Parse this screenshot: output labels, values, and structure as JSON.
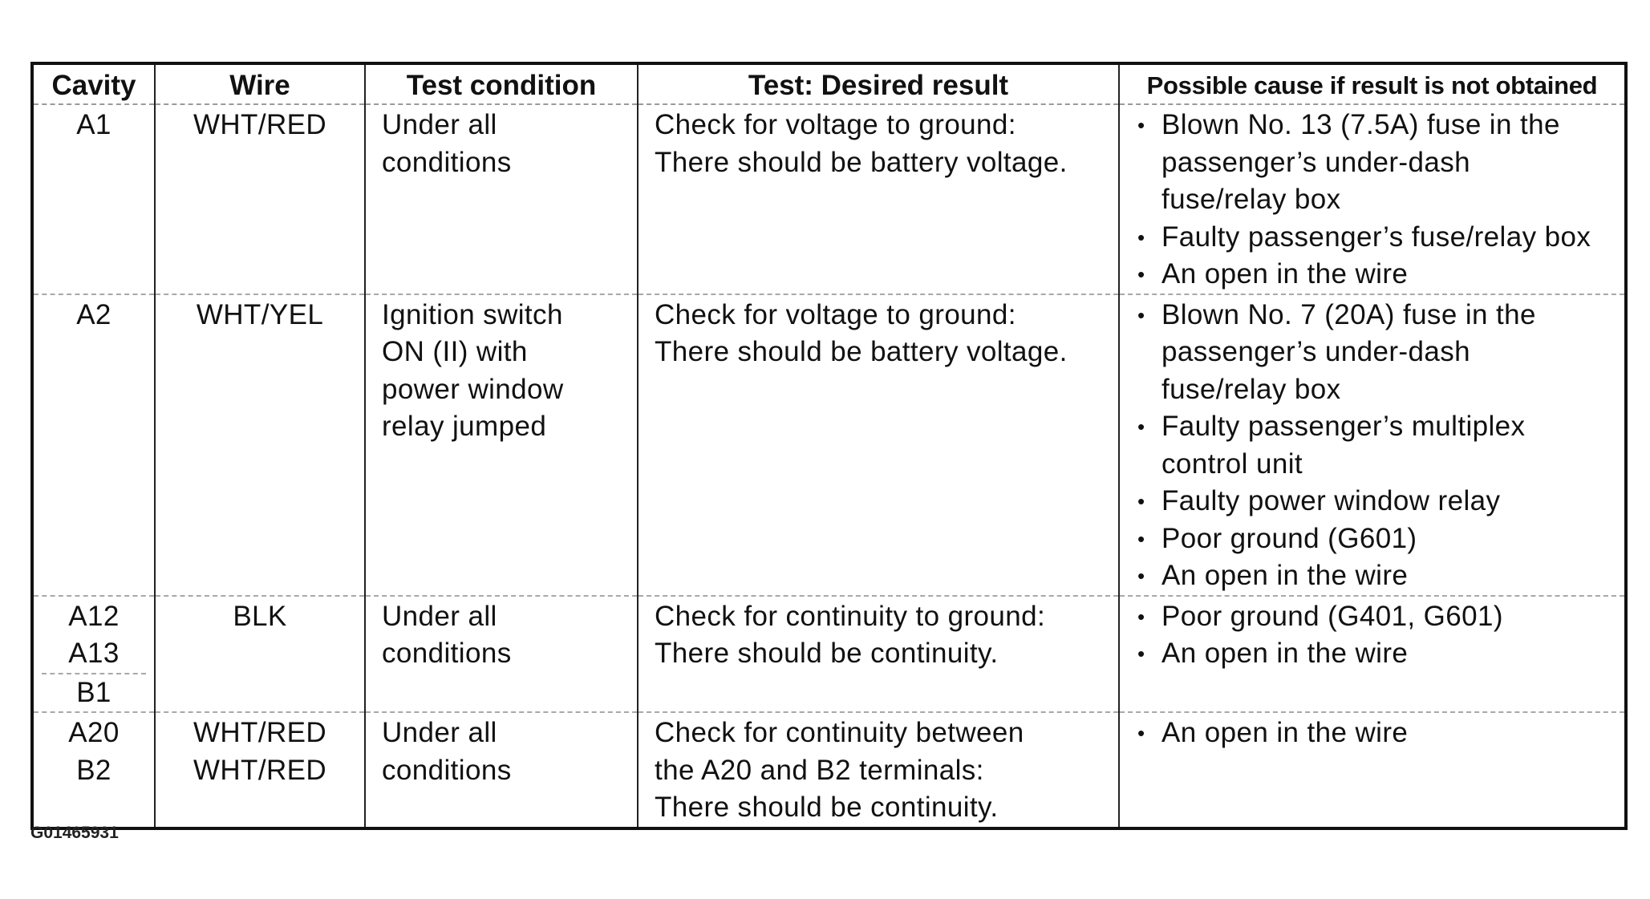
{
  "headers": {
    "cavity": "Cavity",
    "wire": "Wire",
    "condition": "Test condition",
    "result": "Test: Desired result",
    "cause": "Possible cause if result is not obtained"
  },
  "rows": [
    {
      "cavity": [
        "A1"
      ],
      "wire": [
        "WHT/RED"
      ],
      "condition": [
        "Under all",
        "conditions"
      ],
      "result": [
        "Check for voltage to ground:",
        "There should be battery voltage."
      ],
      "causes": [
        [
          "Blown No. 13 (7.5A) fuse in the",
          "passenger’s under-dash",
          "fuse/relay box"
        ],
        [
          "Faulty passenger’s fuse/relay box"
        ],
        [
          "An open in the wire"
        ]
      ]
    },
    {
      "cavity": [
        "A2"
      ],
      "wire": [
        "WHT/YEL"
      ],
      "condition": [
        "Ignition switch",
        "ON (II) with",
        "power window",
        "relay jumped"
      ],
      "result": [
        "Check for voltage to ground:",
        "There should be battery voltage."
      ],
      "causes": [
        [
          "Blown No. 7 (20A) fuse in the",
          "passenger’s under-dash",
          "fuse/relay box"
        ],
        [
          "Faulty passenger’s multiplex",
          "control unit"
        ],
        [
          "Faulty power window relay"
        ],
        [
          "Poor ground (G601)"
        ],
        [
          "An open in the wire"
        ]
      ]
    },
    {
      "cavity": [
        "A12",
        "A13",
        "B1"
      ],
      "wire": [
        "BLK"
      ],
      "condition": [
        "Under all",
        "conditions"
      ],
      "result": [
        "Check for continuity to ground:",
        "There should be continuity."
      ],
      "causes": [
        [
          "Poor ground (G401, G601)"
        ],
        [
          "An open in the wire"
        ]
      ]
    },
    {
      "cavity": [
        "A20",
        "B2"
      ],
      "wire": [
        "WHT/RED",
        "WHT/RED"
      ],
      "condition": [
        "Under all",
        "conditions"
      ],
      "result": [
        "Check for continuity between",
        "the A20 and B2 terminals:",
        "There should be continuity."
      ],
      "causes": [
        [
          "An open in the wire"
        ]
      ]
    }
  ],
  "figure_code": "G01465931"
}
